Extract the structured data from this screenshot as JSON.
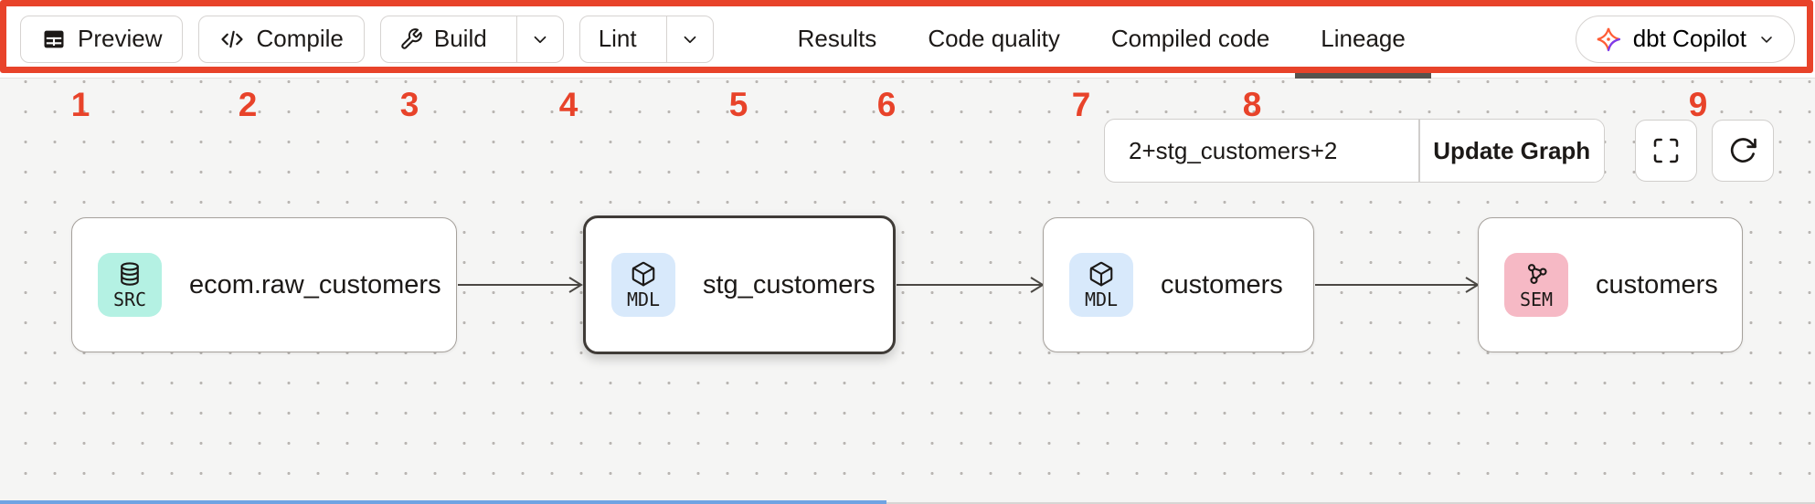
{
  "toolbar": {
    "buttons": [
      {
        "label": "Preview",
        "icon": "table-icon"
      },
      {
        "label": "Compile",
        "icon": "code-icon"
      },
      {
        "label": "Build",
        "icon": "wrench-icon",
        "has_dropdown": true
      },
      {
        "label": "Lint",
        "has_dropdown": true
      }
    ],
    "tabs": [
      {
        "label": "Results",
        "active": false
      },
      {
        "label": "Code quality",
        "active": false
      },
      {
        "label": "Compiled code",
        "active": false
      },
      {
        "label": "Lineage",
        "active": true
      }
    ],
    "copilot": {
      "label": "dbt Copilot",
      "icon": "dbt-logo-icon"
    }
  },
  "annotations": {
    "color": "#e8432a",
    "numbers": [
      "1",
      "2",
      "3",
      "4",
      "5",
      "6",
      "7",
      "8",
      "9"
    ]
  },
  "lineage_controls": {
    "selector_value": "2+stg_customers+2",
    "update_button_label": "Update Graph"
  },
  "graph": {
    "nodes": [
      {
        "badge": "SRC",
        "badge_color": "#b4f1e3",
        "icon": "database-icon",
        "label": "ecom.raw_customers",
        "selected": false
      },
      {
        "badge": "MDL",
        "badge_color": "#d8e9fb",
        "icon": "cube-icon",
        "label": "stg_customers",
        "selected": true
      },
      {
        "badge": "MDL",
        "badge_color": "#d8e9fb",
        "icon": "cube-icon",
        "label": "customers",
        "selected": false
      },
      {
        "badge": "SEM",
        "badge_color": "#f6b9c5",
        "icon": "semantic-model-icon",
        "label": "customers",
        "selected": false
      }
    ],
    "edges": [
      {
        "from": "ecom.raw_customers",
        "to": "stg_customers"
      },
      {
        "from": "stg_customers",
        "to": "customers"
      },
      {
        "from": "customers",
        "to": "customers"
      }
    ]
  },
  "colors": {
    "selected_node_border": "#3f3b37",
    "active_tab_underline": "#57534e",
    "bottom_strip_blue": "#6fa3e3"
  }
}
